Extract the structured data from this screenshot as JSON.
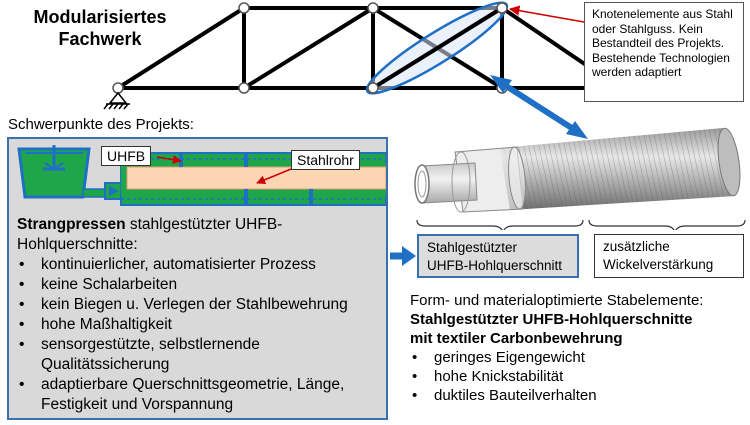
{
  "title": {
    "line1": "Modularisiertes",
    "line2": "Fachwerk"
  },
  "callout": {
    "text": "Knotenelemente aus Stahl oder Stahlguss. Kein Bestandteil des Projekts. Bestehende Technologien werden adaptiert"
  },
  "project": {
    "heading": "Schwerpunkte des Projekts:",
    "tag_uhfb": "UHFB",
    "tag_stahlrohr": "Stahlrohr",
    "intro_bold": "Strangpressen",
    "intro_rest": " stahlgestützter UHFB-Hohlquerschnitte:",
    "bullets": [
      "kontinuierlicher, automatisierter Prozess",
      "keine Schalarbeiten",
      "kein Biegen u. Verlegen der Stahlbewehrung",
      "hohe Maßhaltigkeit",
      "sensorgestützte, selbstlernende Qualitätssicherung",
      "adaptierbare Querschnittsgeometrie, Länge, Festigkeit und Vorspannung"
    ]
  },
  "tube_labels": {
    "stahl_line1": "Stahlgestützter",
    "stahl_line2": "UHFB-Hohlquerschnitt",
    "wickel_line1": "zusätzliche",
    "wickel_line2": "Wickelverstärkung"
  },
  "result": {
    "intro": "Form- und materialoptimierte Stabelemente:",
    "bold_line1": "Stahlgestützter UHFB-Hohlquerschnitte",
    "bold_line2": "mit textiler Carbonbewehrung",
    "bullets": [
      "geringes Eigengewicht",
      "hohe Knickstabilität",
      "duktiles Bauteilverhalten"
    ]
  },
  "colors": {
    "accent_blue": "#1f6fc5",
    "box_border": "#3a6fb0",
    "green": "#1fa64a",
    "pipe": "#fcd5b4",
    "annotation_red": "#cc0000"
  }
}
